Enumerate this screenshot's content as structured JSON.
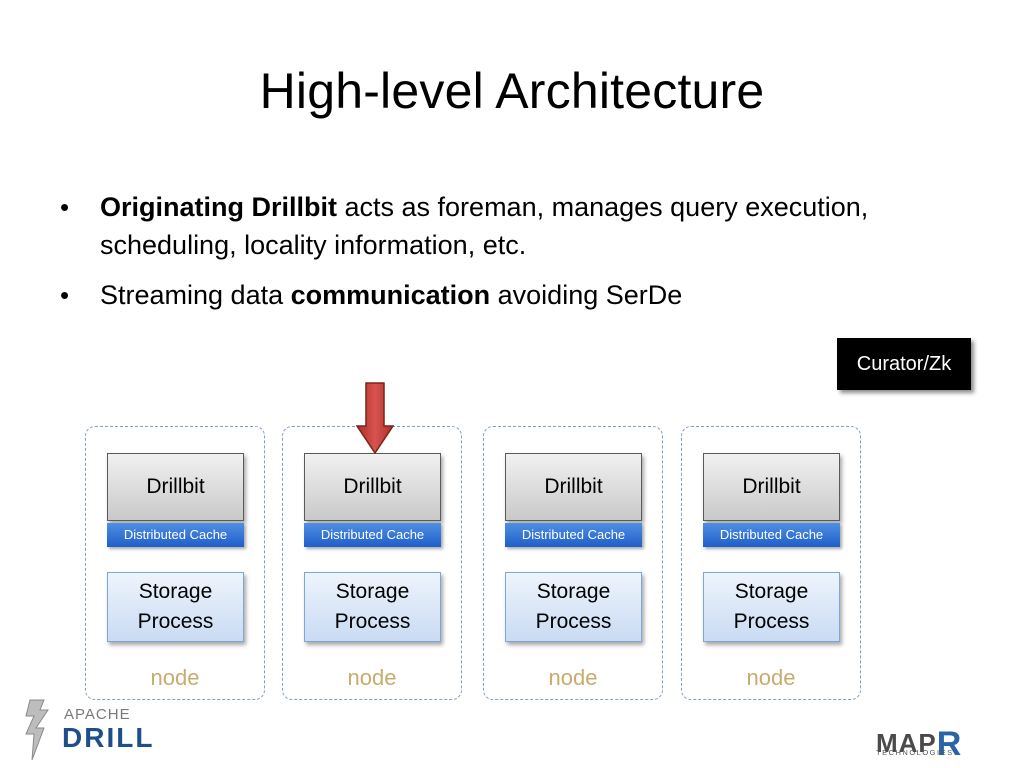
{
  "slide": {
    "title": "High-level Architecture",
    "bullets": [
      {
        "bold": "Originating Drillbit",
        "rest": " acts as foreman, manages query execution, scheduling, locality information, etc."
      },
      {
        "pre": "Streaming data ",
        "bold": "communication",
        "rest": " avoiding SerDe"
      }
    ]
  },
  "diagram": {
    "coordinator": "Curator/Zk",
    "nodes": [
      {
        "drillbit": "Drillbit",
        "cache": "Distributed Cache",
        "storage_line1": "Storage",
        "storage_line2": "Process",
        "label": "node"
      },
      {
        "drillbit": "Drillbit",
        "cache": "Distributed Cache",
        "storage_line1": "Storage",
        "storage_line2": "Process",
        "label": "node",
        "originating": true
      },
      {
        "drillbit": "Drillbit",
        "cache": "Distributed Cache",
        "storage_line1": "Storage",
        "storage_line2": "Process",
        "label": "node"
      },
      {
        "drillbit": "Drillbit",
        "cache": "Distributed Cache",
        "storage_line1": "Storage",
        "storage_line2": "Process",
        "label": "node"
      }
    ],
    "colors": {
      "arrow": "#c0392b",
      "cache": "#2a6fd6",
      "node_label": "#c8ac6e",
      "node_border": "#7f9ec8"
    }
  },
  "logos": {
    "apache_drill": {
      "line1": "APACHE",
      "line2": "DRILL"
    },
    "mapr": {
      "word": "MAP",
      "r": "R",
      "sub": "TECHNOLOGIES"
    }
  }
}
